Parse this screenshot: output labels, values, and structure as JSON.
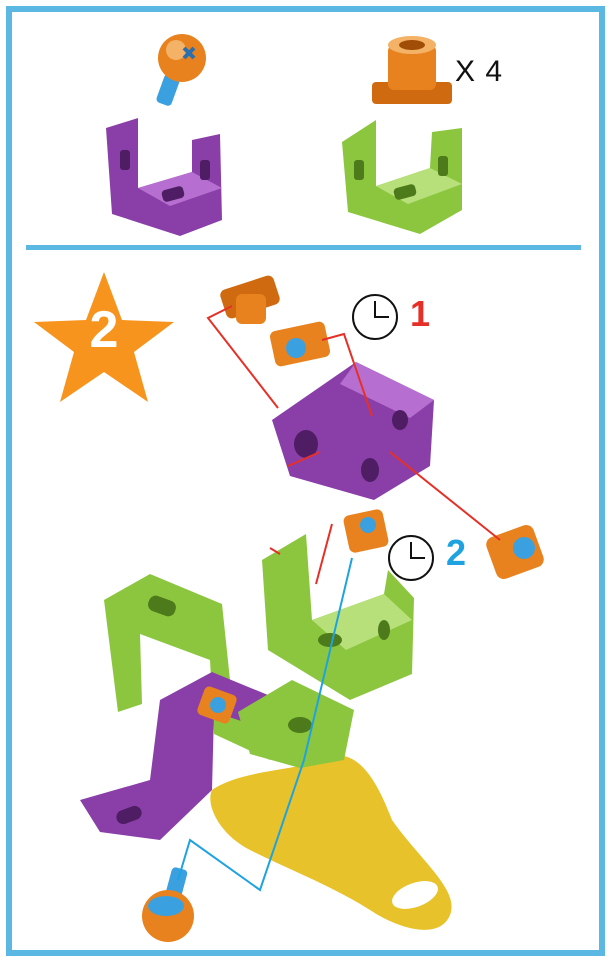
{
  "parts_panel": {
    "quantity_label": "X 4"
  },
  "step": {
    "number": "2",
    "sub_steps": [
      {
        "label": "1",
        "color": "#e63027"
      },
      {
        "label": "2",
        "color": "#1ea3e0"
      }
    ]
  },
  "colors": {
    "frame": "#5bb8e3",
    "star": "#f7941d",
    "purple": "#8a3fa8",
    "green": "#8cc63f",
    "orange": "#e8821e",
    "yellow": "#e7c22a",
    "blue_screw": "#3aa0e0"
  },
  "icons": [
    "screw-icon",
    "nut-icon",
    "purple-bracket-icon",
    "green-bracket-icon",
    "star-badge-icon",
    "clock-icon"
  ]
}
